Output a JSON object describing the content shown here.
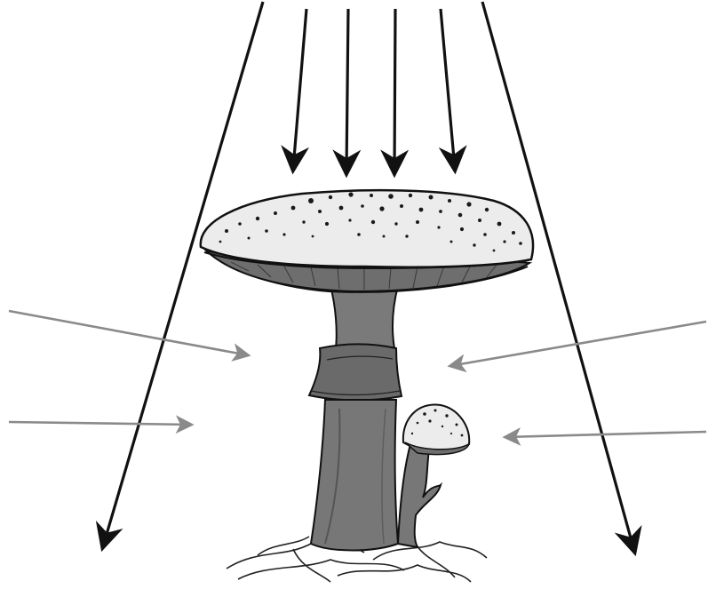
{
  "diagram": {
    "subject": "mushroom-with-light-and-force-arrows",
    "colors": {
      "outline": "#111111",
      "cap_fill": "#ececec",
      "gills_fill": "#6e6e6e",
      "stem_fill": "#7a7a7a",
      "stem_dark": "#5e5e5e",
      "side_arrow": "#8a8a8a",
      "main_arrow": "#111111",
      "speckle": "#1a1a1a"
    },
    "arrows": {
      "top_vertical_count": 4,
      "diagonal_count": 2,
      "left_side_count": 2,
      "right_side_count": 2
    }
  }
}
